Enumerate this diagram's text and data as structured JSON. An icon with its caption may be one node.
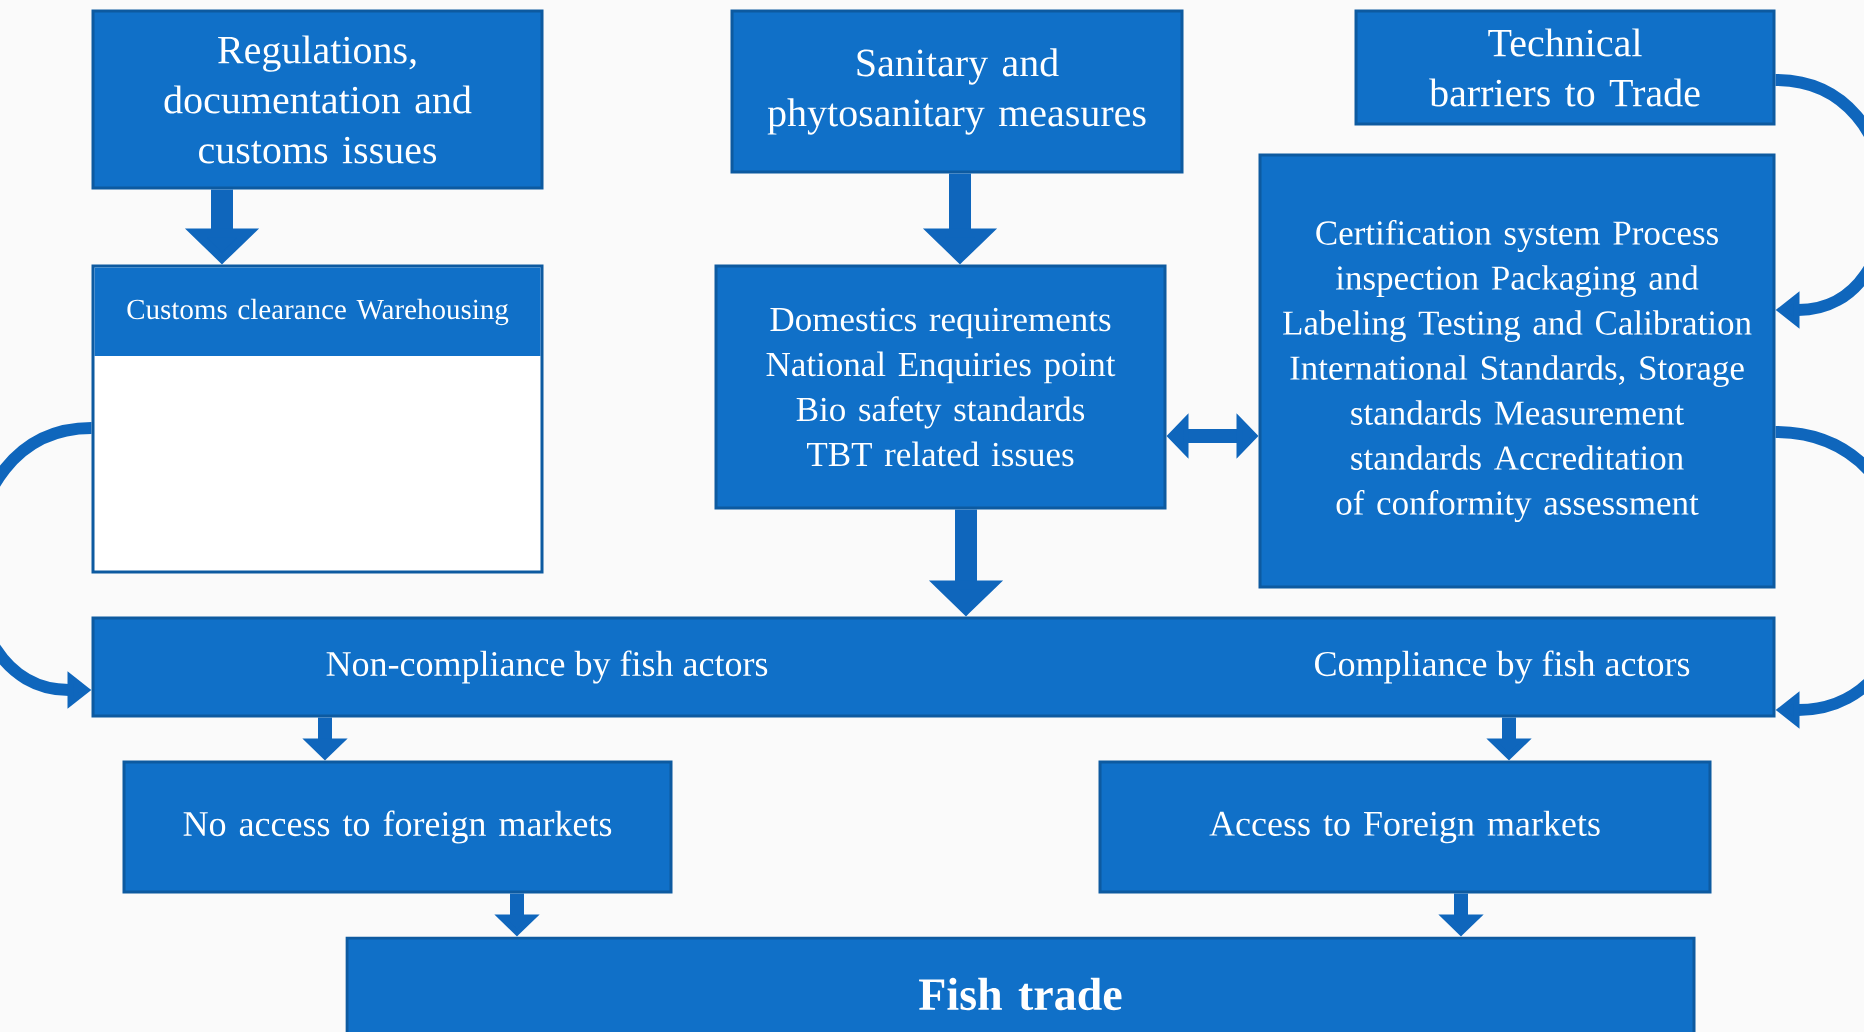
{
  "diagram": {
    "nodes": [
      {
        "text": [
          "Regulations, documentation and customs issues"
        ]
      },
      {
        "text": [
          "Sanitary and phytosanitary measures"
        ]
      },
      {
        "text": [
          "Technical barriers to Trade"
        ]
      },
      {
        "text": [
          "Customs clearance Warehousing"
        ]
      },
      {
        "text": [
          "Domestics requirements National Enquiries point Bio safety standards TBT related issues"
        ]
      },
      {
        "text": [
          "Certification system Process inspection Packaging and Labeling Testing and Calibration International Standards, Storage standards Measurement standards Accreditation of conformity assessment"
        ]
      },
      {
        "text": [
          "Non-compliance by fish actors",
          "Compliance by fish actors"
        ]
      },
      {
        "text": [
          "No access to foreign markets"
        ]
      },
      {
        "text": [
          "Access to Foreign markets"
        ]
      },
      {
        "text": [
          "Fish trade"
        ]
      }
    ],
    "edges": [
      {
        "from": 0,
        "to": 3,
        "arrow": "to"
      },
      {
        "from": 1,
        "to": 4,
        "arrow": "to"
      },
      {
        "from": 2,
        "to": 5,
        "arrow": "to"
      },
      {
        "from": 4,
        "to": 5,
        "arrow": "both"
      },
      {
        "from": 3,
        "to": 6,
        "arrow": "to"
      },
      {
        "from": 4,
        "to": 6,
        "arrow": "to"
      },
      {
        "from": 5,
        "to": 6,
        "arrow": "to"
      },
      {
        "from": 6,
        "to": 7,
        "arrow": "to"
      },
      {
        "from": 6,
        "to": 8,
        "arrow": "to"
      },
      {
        "from": 7,
        "to": 9,
        "arrow": "to"
      },
      {
        "from": 8,
        "to": 9,
        "arrow": "to"
      }
    ]
  }
}
